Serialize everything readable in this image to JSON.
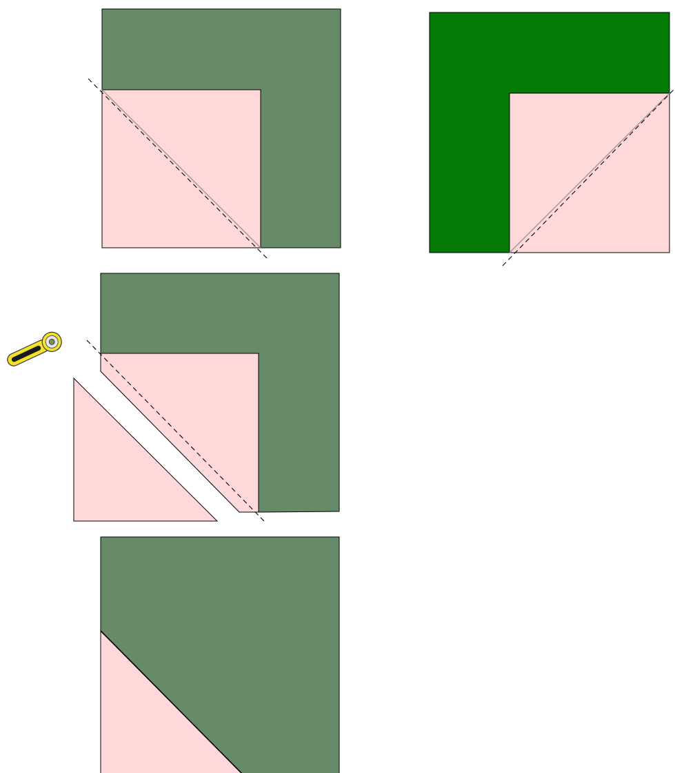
{
  "colors": {
    "background": "#ffffff",
    "dark_green_muted": "#678b69",
    "dark_green_bright": "#047b06",
    "light_pink": "#ffd8da",
    "outline": "#000000",
    "seam_line": "#9a9a9a",
    "cutter_yellow": "#f2e22b",
    "cutter_dark": "#1a1a1a"
  },
  "panels": [
    {
      "name": "step-1-square-with-corner-and-dashed-diagonal"
    },
    {
      "name": "step-2-square-bright-green-with-opposite-diagonal"
    },
    {
      "name": "step-3-trim-with-rotary-cutter"
    },
    {
      "name": "step-4-finished-flip-corner"
    }
  ],
  "icons": {
    "tool": "rotary-cutter-icon"
  }
}
